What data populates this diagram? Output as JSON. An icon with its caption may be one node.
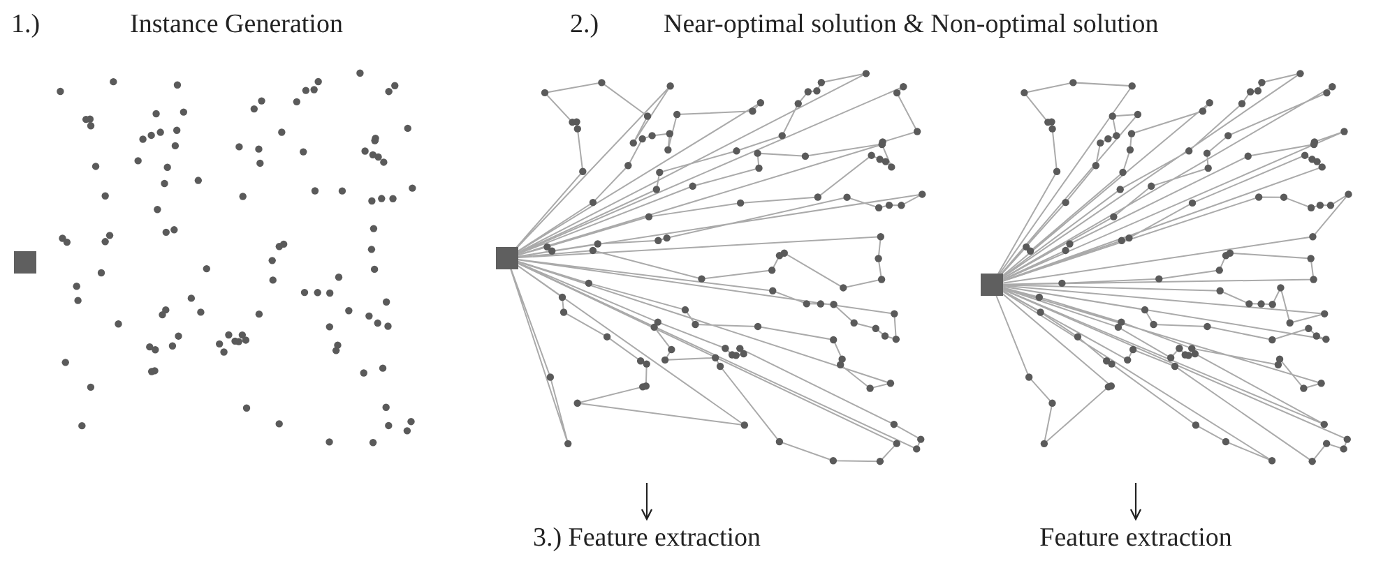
{
  "diagram": {
    "nodes": [
      {
        "text": [],
        "shape": "picture"
      },
      {
        "text": [],
        "shape": "picture"
      },
      {
        "text": [],
        "shape": "picture"
      },
      {
        "text": [
          "3.) Feature extraction"
        ]
      },
      {
        "text": [
          "Feature extraction"
        ]
      }
    ],
    "edges": [
      {
        "from": 1,
        "to": 3,
        "arrow": "to"
      },
      {
        "from": 2,
        "to": 4,
        "arrow": "to"
      }
    ],
    "labels": [
      "1.)",
      "Instance Generation",
      "2.)",
      "Near-optimal solution & Non-optimal solution"
    ]
  }
}
